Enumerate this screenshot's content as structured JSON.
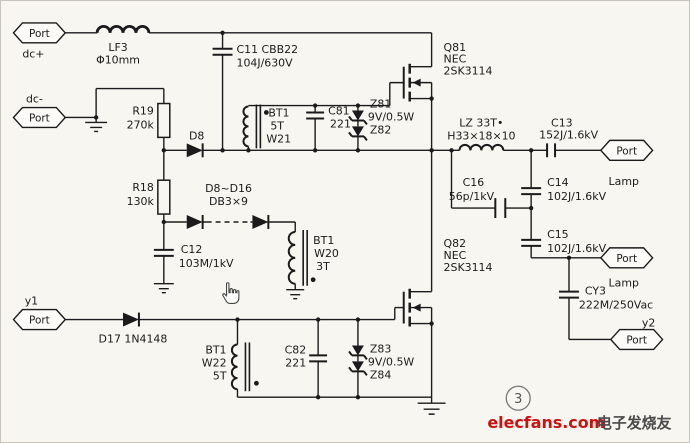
{
  "colors": {
    "ink": "#1b1b1b",
    "bg": "#f8f6f1",
    "brand_red": "#cc1111",
    "muted": "#666666"
  },
  "ports": {
    "dc_plus": {
      "box": "Port",
      "net": "dc+"
    },
    "dc_minus": {
      "box": "Port",
      "net": "dc-"
    },
    "y1": {
      "box": "Port",
      "net": "y1"
    },
    "y2": {
      "box": "Port",
      "net": "y2"
    },
    "lamp_top": {
      "box": "Port",
      "net": "Lamp"
    },
    "lamp_bot": {
      "box": "Port",
      "net": "Lamp"
    }
  },
  "components": {
    "lf3": {
      "ref": "LF3",
      "value": "Φ10mm"
    },
    "c11": {
      "ref": "C11 CBB22",
      "value": "104J/630V"
    },
    "q81": {
      "ref": "Q81",
      "mfr": "NEC",
      "part": "2SK3114"
    },
    "bt1_w21": {
      "ref": "BT1",
      "turns": "5T",
      "winding": "W21"
    },
    "c81": {
      "ref": "C81",
      "value": "221"
    },
    "z81": {
      "ref": "Z81",
      "value": "9V/0.5W",
      "pair": "Z82"
    },
    "lz": {
      "ref": "LZ 33T•",
      "core": "H33×18×10"
    },
    "c13": {
      "ref": "C13",
      "value": "152J/1.6kV"
    },
    "r19": {
      "ref": "R19",
      "value": "270k"
    },
    "d8": {
      "ref": "D8"
    },
    "r18": {
      "ref": "R18",
      "value": "130k"
    },
    "d8_d16": {
      "ref": "D8~D16",
      "value": "DB3×9"
    },
    "c16": {
      "ref": "C16",
      "value": "56p/1kV"
    },
    "c14": {
      "ref": "C14",
      "value": "102J/1.6kV"
    },
    "c15": {
      "ref": "C15",
      "value": "102J/1.6kV"
    },
    "c12": {
      "ref": "C12",
      "value": "103M/1kV"
    },
    "bt1_w20": {
      "ref": "BT1",
      "winding": "W20",
      "turns": "3T"
    },
    "q82": {
      "ref": "Q82",
      "mfr": "NEC",
      "part": "2SK3114"
    },
    "cy3": {
      "ref": "CY3",
      "value": "222M/250Vac"
    },
    "d17": {
      "ref": "D17 1N4148"
    },
    "bt1_w22": {
      "ref": "BT1",
      "winding": "W22",
      "turns": "5T"
    },
    "c82": {
      "ref": "C82",
      "value": "221"
    },
    "z83": {
      "ref": "Z83",
      "value": "9V/0.5W",
      "pair": "Z84"
    }
  },
  "footer": {
    "page_number": "3",
    "brand": "elecfans.com",
    "brand_cn": "电子发烧友"
  }
}
